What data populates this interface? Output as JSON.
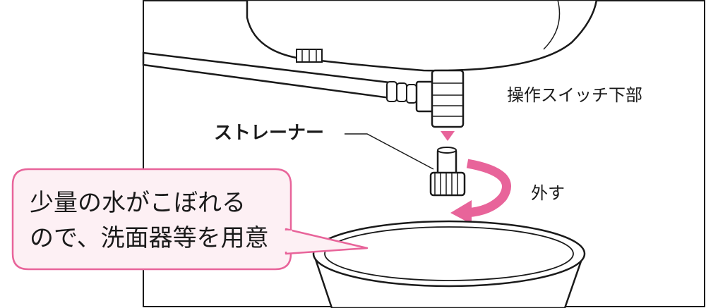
{
  "labels": {
    "switch_bottom": "操作スイッチ下部",
    "strainer": "ストレーナー",
    "remove": "外す"
  },
  "bubble": {
    "line1": "少量の水がこぼれる",
    "line2": "ので、洗面器等を用意"
  },
  "colors": {
    "accent_pink": "#e8649a",
    "bubble_border": "#e8649a",
    "bubble_fill": "#fdf0f4",
    "line": "#1a1a1a"
  },
  "icons": {
    "down_arrow": "down-triangle-icon",
    "rotate_arrow": "curved-arrow-icon"
  }
}
